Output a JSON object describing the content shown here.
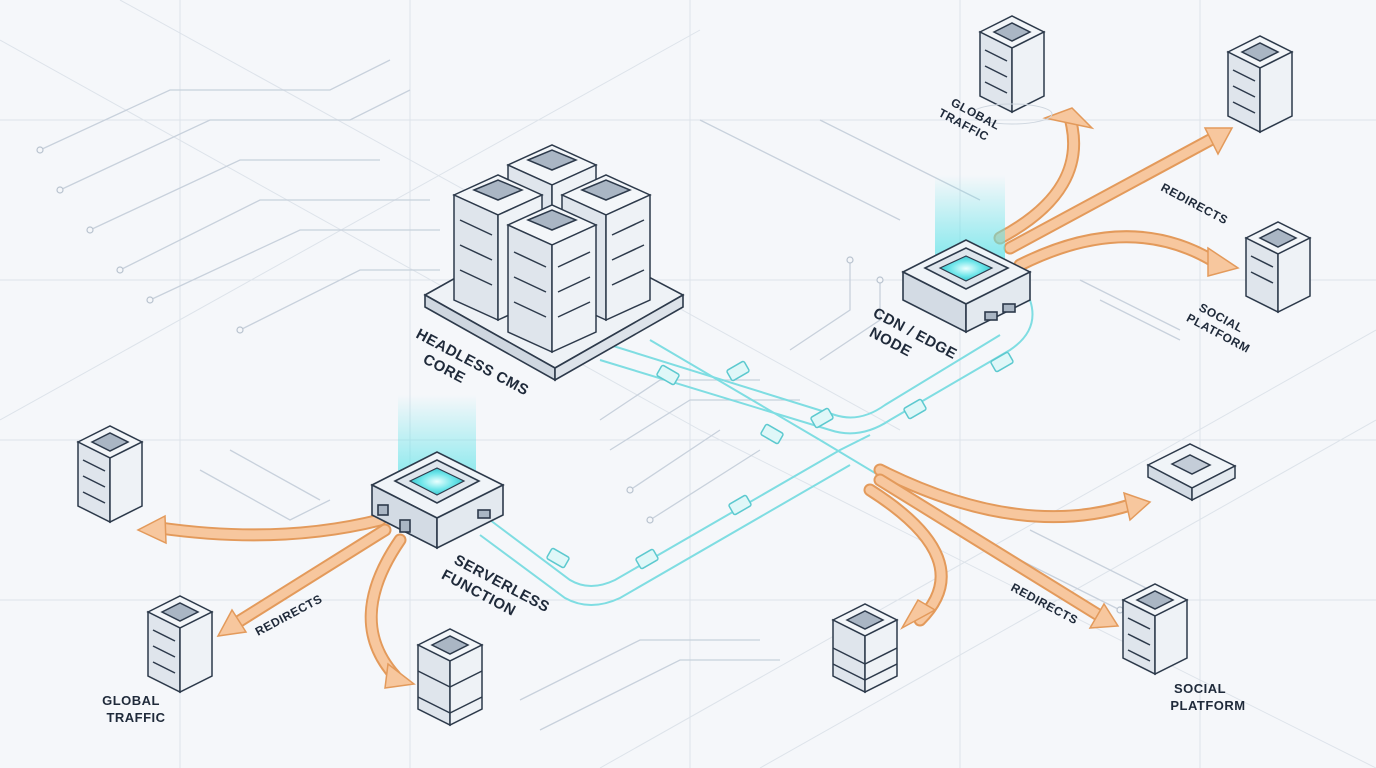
{
  "labels": {
    "headless_cms": [
      "HEADLESS CMS",
      "CORE"
    ],
    "cdn_edge": [
      "CDN / EDGE",
      "NODE"
    ],
    "serverless": [
      "SERVERLESS",
      "FUNCTION"
    ],
    "global_traffic_top": [
      "GLOBAL",
      "TRAFFIC"
    ],
    "global_traffic_left": [
      "GLOBAL",
      "TRAFFIC"
    ],
    "social_platform_right": [
      "SOCIAL",
      "PLATFORM"
    ],
    "social_platform_bottom": [
      "SOCIAL",
      "PLATFORM"
    ],
    "redirects_top": "REDIRECTS",
    "redirects_left": "REDIRECTS",
    "redirects_bottom": "REDIRECTS"
  },
  "colors": {
    "background": "#f5f7fa",
    "grid": "#dde3ea",
    "circuit": "#c8d1dc",
    "device_face": "#e9eef4",
    "device_stroke": "#2d3a4b",
    "device_panel": "#aab6c4",
    "glow": "#5fe3e8",
    "cyan_line": "#7fdde2",
    "orange_fill": "#f7c79e",
    "orange_stroke": "#e39a5b"
  },
  "icons": [
    "server-icon",
    "server-cluster-icon",
    "edge-node-icon",
    "serverless-node-icon",
    "flow-arrow-icon"
  ]
}
